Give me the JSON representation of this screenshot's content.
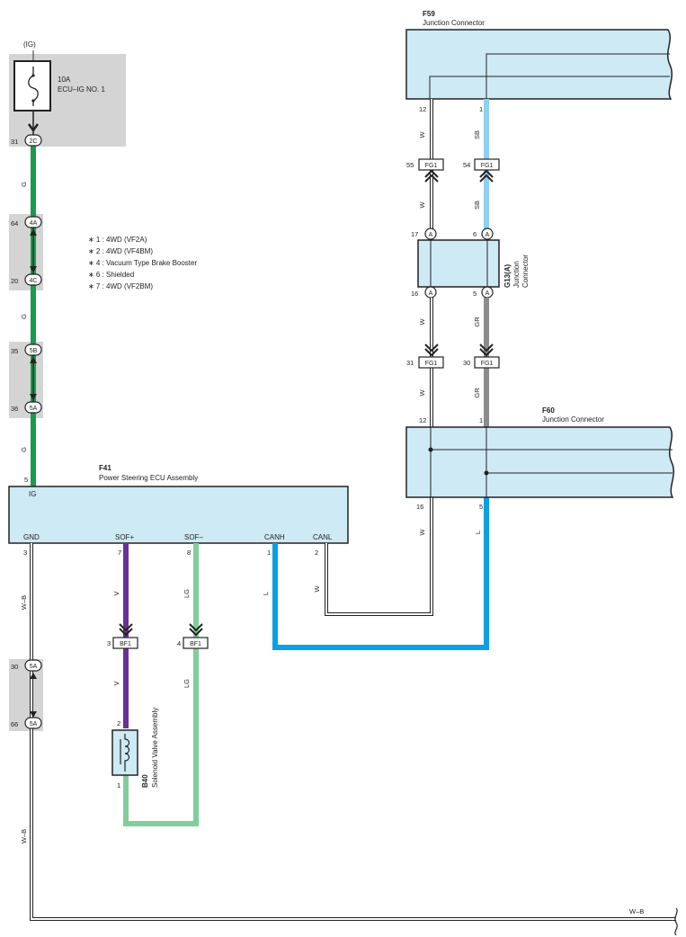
{
  "fuse": {
    "ig_label": "(IG)",
    "rating": "10A",
    "name": "ECU–IG NO. 1",
    "out_pin": "31",
    "out_connector": "2C"
  },
  "connectors_left": [
    {
      "pin": "64",
      "id": "4A"
    },
    {
      "pin": "20",
      "id": "4C"
    },
    {
      "pin": "35",
      "id": "5B"
    },
    {
      "pin": "36",
      "id": "5A"
    },
    {
      "pin": "30",
      "id": "5A"
    },
    {
      "pin": "66",
      "id": "5A"
    }
  ],
  "notes": [
    "∗ 1 : 4WD (VF2A)",
    "∗ 2 : 4WD (VF4BM)",
    "∗ 4 : Vacuum Type Brake Booster",
    "∗ 6 : Shielded",
    "∗ 7 : 4WD (VF2BM)"
  ],
  "f41": {
    "code": "F41",
    "name": "Power Steering ECU Assembly",
    "ig_pin": "5",
    "ig_label": "IG",
    "terminals": [
      {
        "label": "GND",
        "pin": "3"
      },
      {
        "label": "SOF+",
        "pin": "7"
      },
      {
        "label": "SOF–",
        "pin": "8"
      },
      {
        "label": "CANH",
        "pin": "1"
      },
      {
        "label": "CANL",
        "pin": "2"
      }
    ]
  },
  "f59": {
    "code": "F59",
    "name": "Junction Connector",
    "pin_left": "12",
    "pin_right": "1"
  },
  "f60": {
    "code": "F60",
    "name": "Junction Connector",
    "pin_top_left": "12",
    "pin_top_right": "1",
    "pin_bottom_left": "16",
    "pin_bottom_right": "5"
  },
  "g13": {
    "code": "G13(A)",
    "name_line1": "Junction",
    "name_line2": "Connector",
    "pin_tl": "17",
    "pin_tr": "6",
    "pin_bl": "16",
    "pin_br": "5",
    "conn": "A"
  },
  "fg1": {
    "id": "FG1",
    "pin_55": "55",
    "pin_54": "54",
    "pin_31": "31",
    "pin_30": "30"
  },
  "bf1": {
    "id": "BF1",
    "pin_3": "3",
    "pin_4": "4"
  },
  "b40": {
    "code": "B40",
    "name": "Solenoid Valve Assembly",
    "pin_top": "2",
    "pin_bottom": "1"
  },
  "wire_colors": {
    "G": "G",
    "W": "W",
    "SB": "SB",
    "GR": "GR",
    "L": "L",
    "V": "V",
    "LG": "LG",
    "WB": "W–B"
  },
  "colors": {
    "green": "#1a9b4b",
    "sky_blue": "#8fd0f0",
    "gray": "#8c8c8c",
    "blue": "#0aa0e6",
    "violet": "#6a3196",
    "light_green": "#7fcf9a",
    "panel_fill": "#cdeaf5",
    "gray_bg": "#d4d4d4"
  }
}
